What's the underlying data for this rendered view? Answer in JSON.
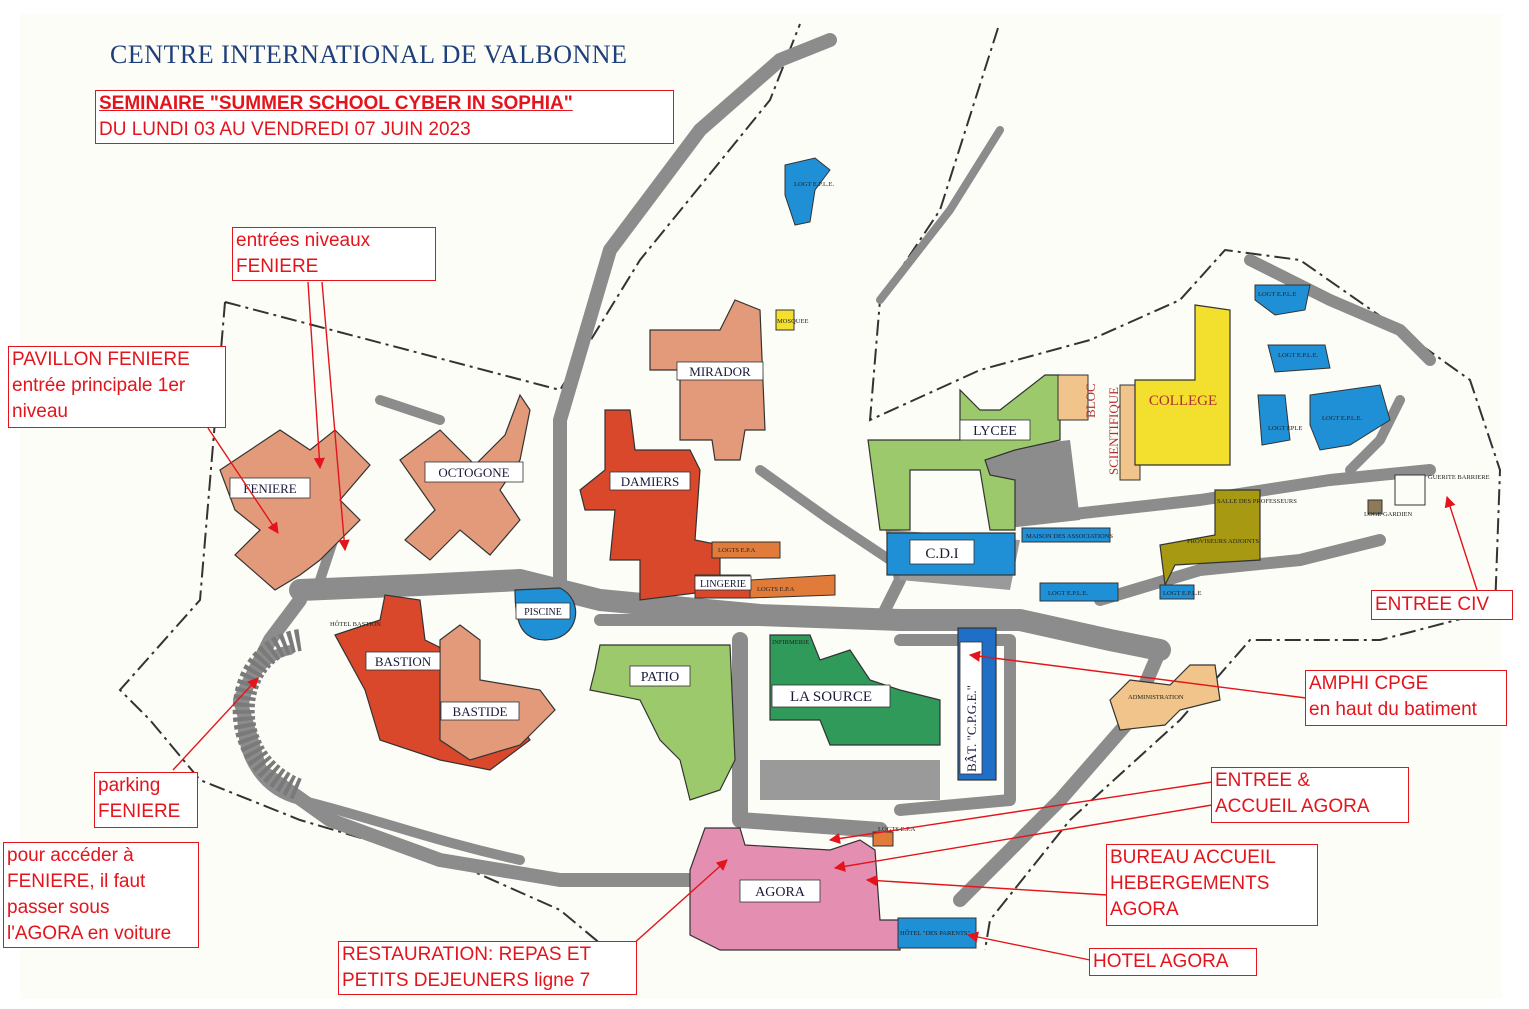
{
  "title": "CENTRE INTERNATIONAL DE VALBONNE",
  "event": {
    "name": "SEMINAIRE \"SUMMER SCHOOL CYBER IN SOPHIA\"",
    "dates": "DU LUNDI 03 AU VENDREDI 07 JUIN 2023"
  },
  "buildings": {
    "feniere": "FENIERE",
    "octogone": "OCTOGONE",
    "mirador": "MIRADOR",
    "damiers": "DAMIERS",
    "logts_epa": "LOGTS E.P.A",
    "lingerie": "LINGERIE",
    "logts_epa2": "LOGTS E.P.A",
    "piscine": "PISCINE",
    "hotel_bastion": "HÔTEL BASTION",
    "bastion": "BASTION",
    "bastide": "BASTIDE",
    "patio": "PATIO",
    "la_source": "LA SOURCE",
    "infirmerie": "INFIRMERIE",
    "cdi": "C.D.I",
    "lycee": "LYCEE",
    "bloc": "BLOC",
    "scientifique": "SCIENTIFIQUE",
    "college": "COLLEGE",
    "cpge": "BÂT. \"C.P.G.E.\"",
    "administration": "ADMINISTRATION",
    "agora": "AGORA",
    "hotel_parents": "HÔTEL \"DES PARENTS\"",
    "mosquee": "MOSQUEE",
    "logt_eple_top": "LOGT E.P.L.E.",
    "logt_eple_1": "LOGT E.P.L.E",
    "logt_eple_2": "LOGT E.P.L.E.",
    "logt_eple_3": "LOGT E.P.L.E.",
    "logt_eple_4": "LOGT EPLE",
    "logt_eple_5": "LOGT E.P.L.E.",
    "logt_eple_6": "LOGT E.P.L.E",
    "guerite": "GUERITE BARRIERE",
    "loge": "LOGE GARDIEN",
    "maison_assoc": "MAISON DES ASSOCIATIONS",
    "salle_prof": "SALLE DES PROFESSEURS",
    "proviseurs": "PROVISEURS ADJOINTS",
    "logts_epa_agora": "LOGTS E.P.A"
  },
  "annotations": {
    "entrees_feniere": [
      "entrées niveaux",
      "FENIERE"
    ],
    "pavillon_feniere": [
      "PAVILLON FENIERE",
      "entrée principale 1er",
      "niveau"
    ],
    "parking_feniere": [
      "parking",
      "FENIERE"
    ],
    "acceder_feniere": [
      "pour accéder à",
      "FENIERE, il faut",
      "passer sous",
      "l'AGORA en voiture"
    ],
    "restauration": [
      "RESTAURATION: REPAS ET",
      "PETITS DEJEUNERS ligne 7"
    ],
    "entree_civ": "ENTREE CIV",
    "amphi_cpge": [
      "AMPHI CPGE",
      "en haut du batiment"
    ],
    "entree_accueil_agora": [
      "ENTREE &",
      "ACCUEIL AGORA"
    ],
    "bureau_accueil": [
      "BUREAU ACCUEIL",
      "HEBERGEMENTS",
      "AGORA"
    ],
    "hotel_agora": "HOTEL AGORA"
  },
  "colors": {
    "annotation_red": "#e3141b",
    "title_blue": "#1f3f7a",
    "road_grey": "#8c8c8c",
    "salmon": "#e39a7a",
    "brick": "#d9482b",
    "green_light": "#9cc96b",
    "green_dark": "#2f9a5a",
    "yellow": "#f2df2e",
    "blue": "#1f8fd6",
    "pink": "#e48fb2",
    "olive": "#a79a12",
    "tan": "#f0c48a"
  }
}
